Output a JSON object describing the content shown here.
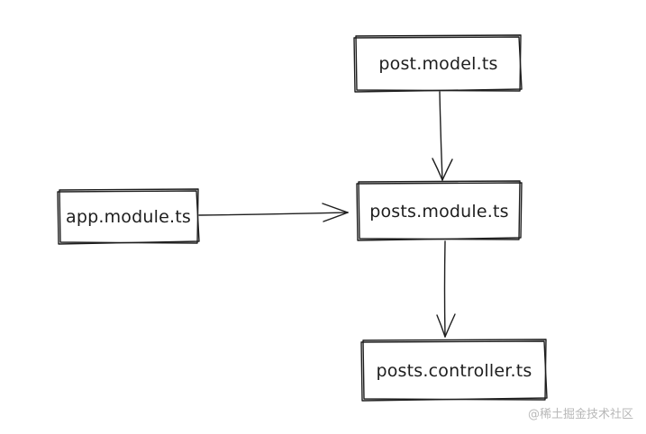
{
  "nodes": {
    "post_model": {
      "label": "post.model.ts"
    },
    "posts_module": {
      "label": "posts.module.ts"
    },
    "app_module": {
      "label": "app.module.ts"
    },
    "posts_controller": {
      "label": "posts.controller.ts"
    }
  },
  "edges": [
    {
      "from": "post.model.ts",
      "to": "posts.module.ts"
    },
    {
      "from": "app.module.ts",
      "to": "posts.module.ts"
    },
    {
      "from": "posts.module.ts",
      "to": "posts.controller.ts"
    }
  ],
  "watermark": "@稀土掘金技术社区",
  "colors": {
    "stroke": "#1e1e1e",
    "background": "#ffffff",
    "watermark": "#b8b8b8"
  }
}
